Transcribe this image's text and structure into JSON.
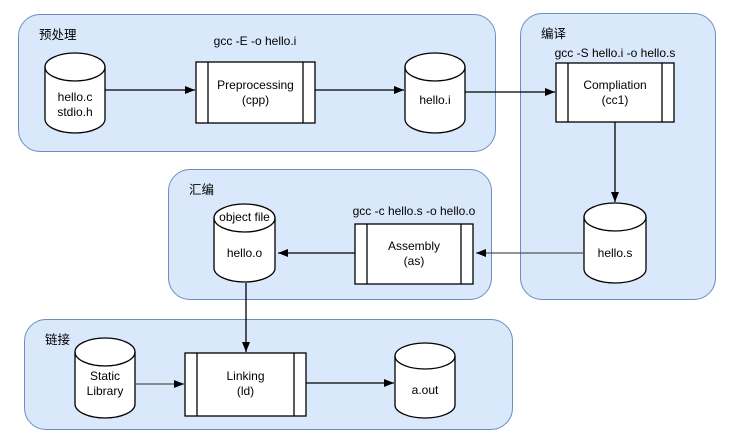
{
  "sections": [
    {
      "label": "预处理"
    },
    {
      "label": "编译"
    },
    {
      "label": "汇编"
    },
    {
      "label": "链接"
    }
  ],
  "commands": {
    "preprocess": "gcc -E -o hello.i",
    "compile": "gcc -S hello.i -o hello.s",
    "assemble": "gcc -c hello.s -o hello.o"
  },
  "processes": {
    "preprocessing": {
      "name": "Preprocessing",
      "tool": "(cpp)"
    },
    "compilation": {
      "name": "Compliation",
      "tool": "(cc1)"
    },
    "assembly": {
      "name": "Assembly",
      "tool": "(as)"
    },
    "linking": {
      "name": "Linking",
      "tool": "(ld)"
    }
  },
  "files": {
    "source": {
      "line1": "hello.c",
      "line2": "stdio.h"
    },
    "preprocessed": "hello.i",
    "asm": "hello.s",
    "object_top": "object file",
    "object": "hello.o",
    "library": {
      "line1": "Static",
      "line2": "Library"
    },
    "output": "a.out"
  },
  "colors": {
    "section_fill": "#dae8fc",
    "section_border": "#6c8ebf",
    "shape_fill": "#ffffff",
    "shape_border": "#000000"
  }
}
